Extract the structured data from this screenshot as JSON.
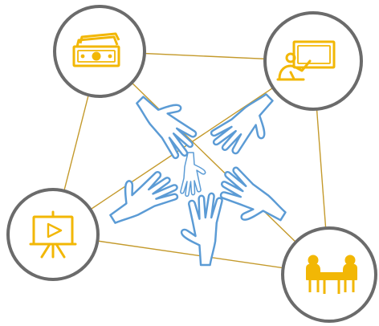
{
  "colors": {
    "background": "#ffffff",
    "connector": "#c49a2c",
    "circle_stroke": "#6b6b6b",
    "circle_fill": "#ffffff",
    "icon": "#f2b705",
    "hand": "#5b9bd5",
    "hand_fill": "#ffffff"
  },
  "nodes": [
    {
      "id": "money",
      "icon": "money-icon"
    },
    {
      "id": "presentation",
      "icon": "presentation-icon"
    },
    {
      "id": "video-board",
      "icon": "video-board-icon"
    },
    {
      "id": "meeting",
      "icon": "meeting-icon"
    }
  ],
  "center": {
    "icon": "hands-together-icon",
    "hand_count": 6
  }
}
